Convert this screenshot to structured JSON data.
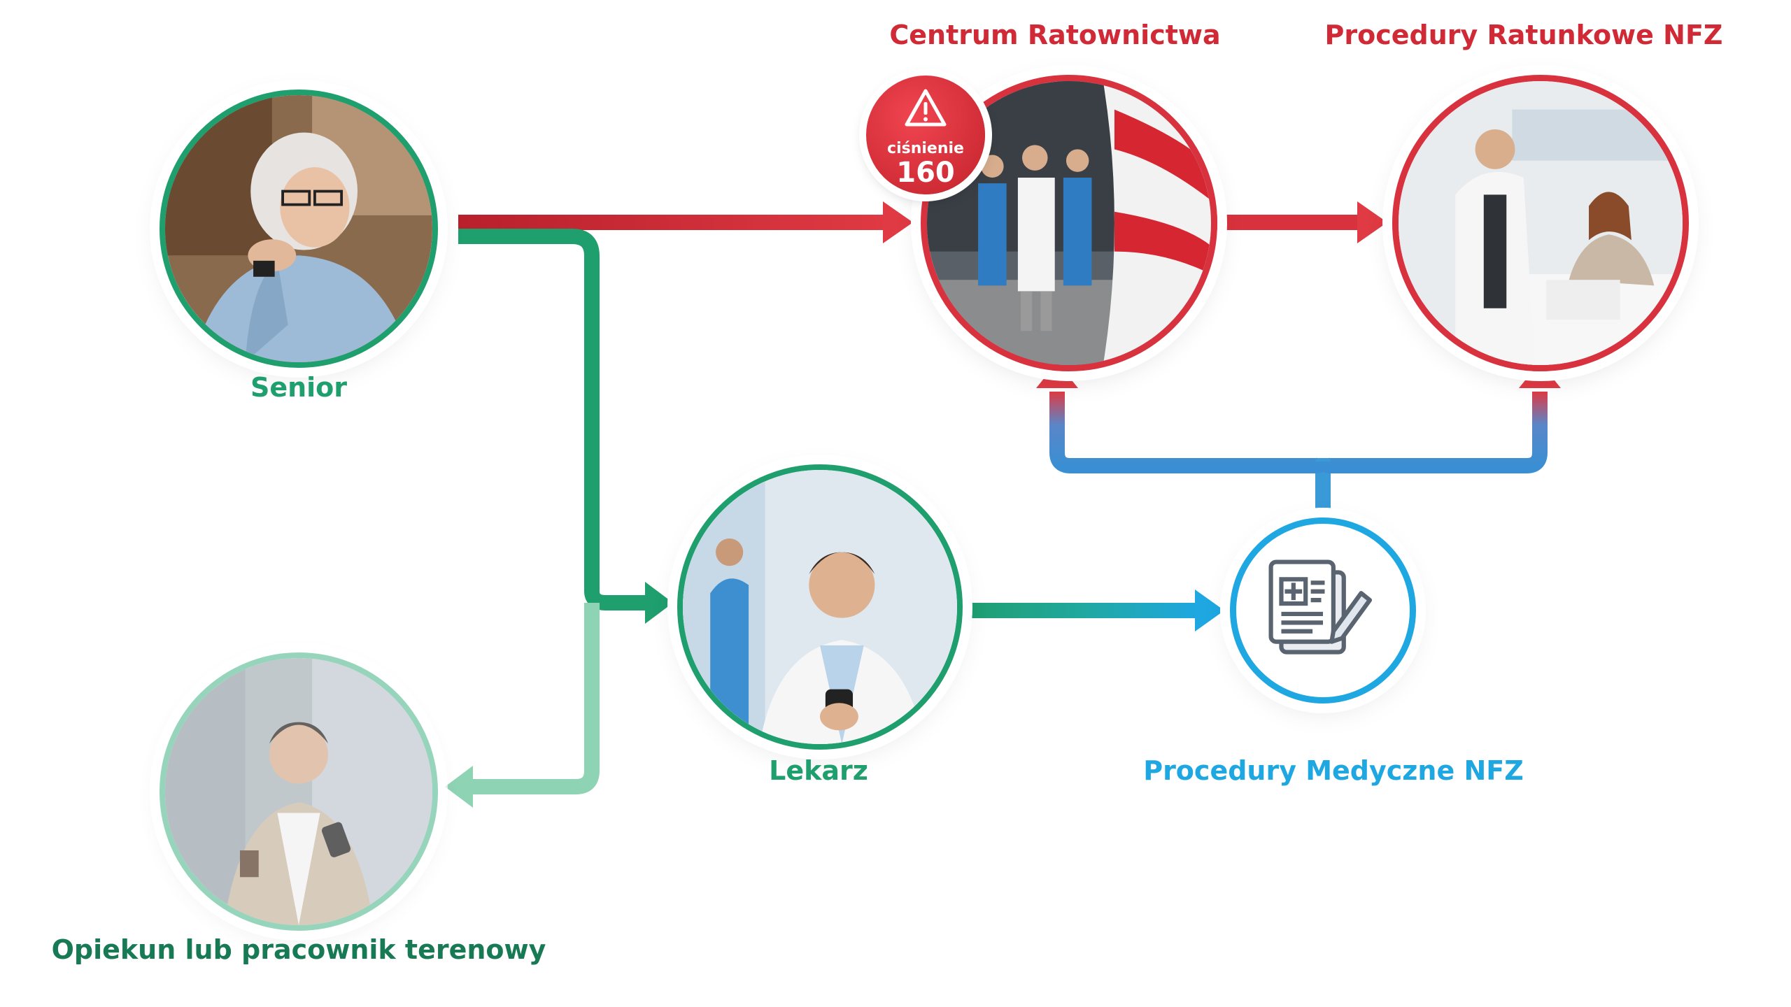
{
  "nodes": {
    "senior": {
      "label": "Senior"
    },
    "lekarz": {
      "label": "Lekarz"
    },
    "opiekun": {
      "label": "Opiekun lub pracownik terenowy"
    },
    "centrum": {
      "label": "Centrum Ratownictwa"
    },
    "ratunkowe": {
      "label": "Procedury Ratunkowe NFZ"
    },
    "medyczne": {
      "label": "Procedury Medyczne NFZ"
    }
  },
  "alert": {
    "label": "ciśnienie",
    "value": "160",
    "icon": "warning-icon"
  },
  "colors": {
    "green": "#1f9e6e",
    "light_green": "#8fd3b5",
    "red": "#d8323e",
    "blue": "#1ea7e1"
  }
}
